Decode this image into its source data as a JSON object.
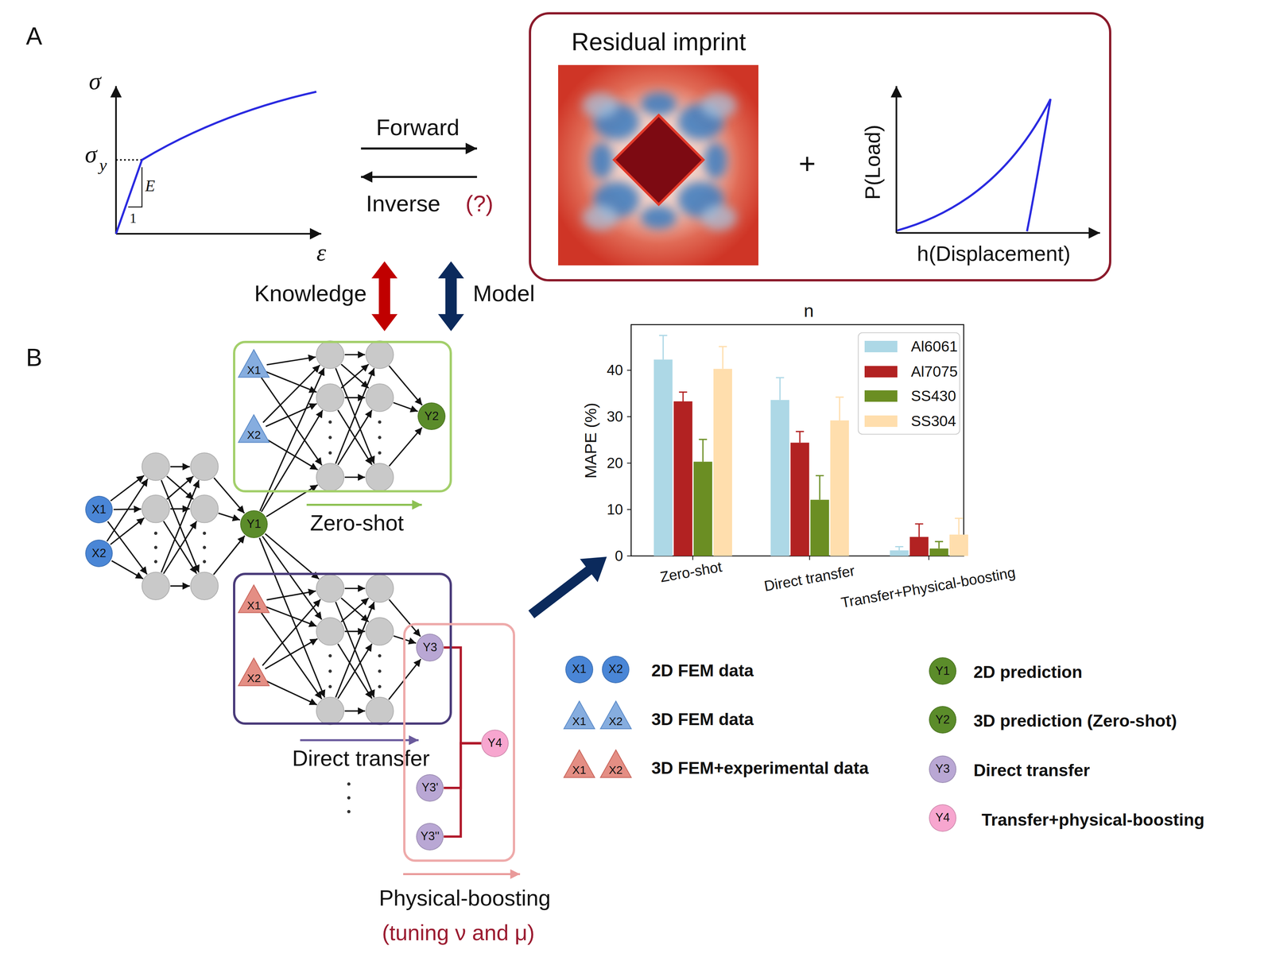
{
  "diagram": {
    "nodes": [
      {
        "text": [
          "Residual imprint"
        ]
      },
      {
        "text": [
          "Zero-shot"
        ]
      },
      {
        "text": [
          "X1"
        ],
        "in": 1
      },
      {
        "text": [
          "X2"
        ],
        "in": 1
      },
      {
        "text": [
          "Y2"
        ],
        "in": 1
      },
      {
        "text": [
          "X1"
        ]
      },
      {
        "text": [
          "X2"
        ]
      },
      {
        "text": [
          "Y1"
        ]
      },
      {
        "text": [
          "Direct transfer"
        ]
      },
      {
        "text": [
          "X1"
        ],
        "in": 8
      },
      {
        "text": [
          "X2"
        ],
        "in": 8
      },
      {
        "text": [
          "Physical-boosting",
          "(tuning ν and μ)"
        ]
      },
      {
        "text": [
          "Y3"
        ],
        "in": 11
      },
      {
        "text": [
          "Y4"
        ],
        "in": 11
      },
      {
        "text": [
          "Y3'"
        ],
        "in": 11
      },
      {
        "text": [
          "Y3''"
        ],
        "in": 11
      },
      {
        "text": [
          "X1"
        ]
      },
      {
        "text": [
          "X2"
        ]
      },
      {
        "text": [
          "X1"
        ]
      },
      {
        "text": [
          "X2"
        ]
      },
      {
        "text": [
          "X1"
        ]
      },
      {
        "text": [
          "X2"
        ]
      },
      {
        "text": [
          "Y1"
        ]
      },
      {
        "text": [
          "Y2"
        ]
      },
      {
        "text": [
          "Y3"
        ]
      },
      {
        "text": [
          "Y4"
        ]
      }
    ],
    "edges": [
      {
        "from": 12,
        "to": 13,
        "arrow": "none"
      },
      {
        "from": 14,
        "to": 13,
        "arrow": "none"
      },
      {
        "from": 15,
        "to": 13,
        "arrow": "none"
      }
    ],
    "labels": [
      "A",
      "σ",
      "σ",
      "y",
      "E",
      "1",
      "ε",
      "Forward",
      "Inverse",
      "(?)",
      "Knowledge",
      "Model",
      "+",
      "P(Load)",
      "h(Displacement)",
      "B",
      "n",
      "MAPE (%)",
      "0",
      "10",
      "20",
      "30",
      "40",
      "Zero-shot",
      "Direct transfer",
      "Transfer+Physical-boosting"
    ],
    "legend": [
      {
        "text": "Al6061",
        "color": "#add8e6"
      },
      {
        "text": "Al7075",
        "color": "#b22222"
      },
      {
        "text": "SS430",
        "color": "#6b8e23"
      },
      {
        "text": "SS304",
        "color": "#ffdead"
      },
      {
        "text": "2D FEM data"
      },
      {
        "text": "3D FEM data"
      },
      {
        "text": "3D FEM+experimental data"
      },
      {
        "text": "2D prediction"
      },
      {
        "text": "3D prediction (Zero-shot)"
      },
      {
        "text": "Direct transfer"
      },
      {
        "text": "Transfer+physical-boosting"
      }
    ]
  }
}
